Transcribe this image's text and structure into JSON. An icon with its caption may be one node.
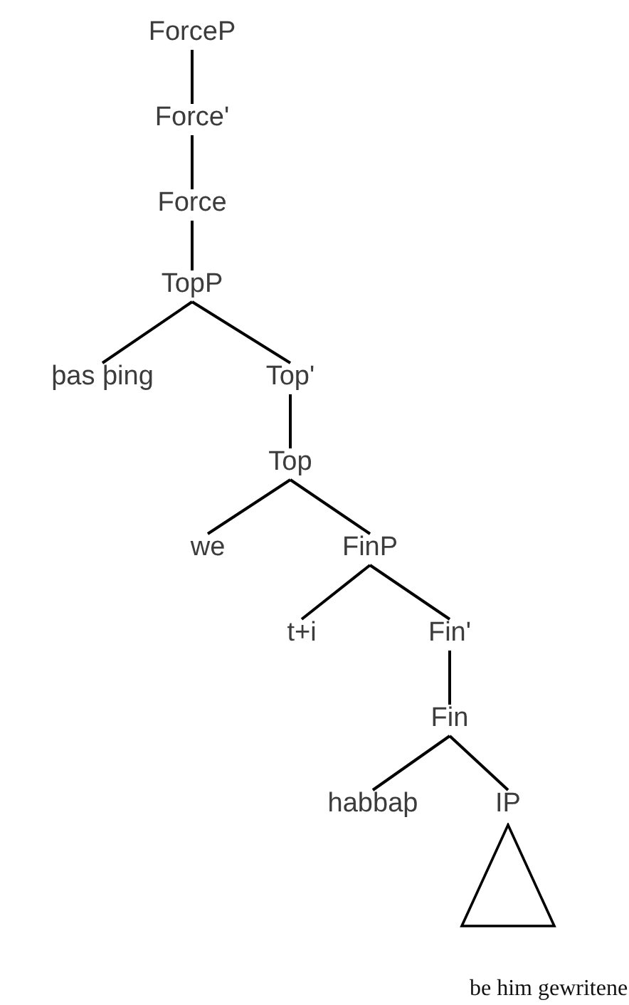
{
  "diagram": {
    "nodes": [
      {
        "text": [
          "ForceP"
        ]
      },
      {
        "text": [
          "Force'"
        ]
      },
      {
        "text": [
          "Force"
        ]
      },
      {
        "text": [
          "TopP"
        ]
      },
      {
        "text": [
          "þas þing"
        ]
      },
      {
        "text": [
          "Top'"
        ]
      },
      {
        "text": [
          "Top"
        ]
      },
      {
        "text": [
          "we"
        ]
      },
      {
        "text": [
          "FinP"
        ]
      },
      {
        "text": [
          "t+i"
        ]
      },
      {
        "text": [
          "Fin'"
        ]
      },
      {
        "text": [
          "Fin"
        ]
      },
      {
        "text": [
          "habbaþ"
        ]
      },
      {
        "text": [
          "IP"
        ]
      },
      {
        "text": [],
        "shape": "triangle"
      }
    ],
    "edges": [
      {
        "from": 0,
        "to": 1,
        "arrow": "none"
      },
      {
        "from": 1,
        "to": 2,
        "arrow": "none"
      },
      {
        "from": 2,
        "to": 3,
        "arrow": "none"
      },
      {
        "from": 3,
        "to": 4,
        "arrow": "none"
      },
      {
        "from": 3,
        "to": 5,
        "arrow": "none"
      },
      {
        "from": 5,
        "to": 6,
        "arrow": "none"
      },
      {
        "from": 6,
        "to": 7,
        "arrow": "none"
      },
      {
        "from": 6,
        "to": 8,
        "arrow": "none"
      },
      {
        "from": 8,
        "to": 9,
        "arrow": "none"
      },
      {
        "from": 8,
        "to": 10,
        "arrow": "none"
      },
      {
        "from": 10,
        "to": 11,
        "arrow": "none"
      },
      {
        "from": 11,
        "to": 12,
        "arrow": "none"
      },
      {
        "from": 11,
        "to": 13,
        "arrow": "none"
      }
    ],
    "labels": [
      "be him gewritene"
    ]
  }
}
